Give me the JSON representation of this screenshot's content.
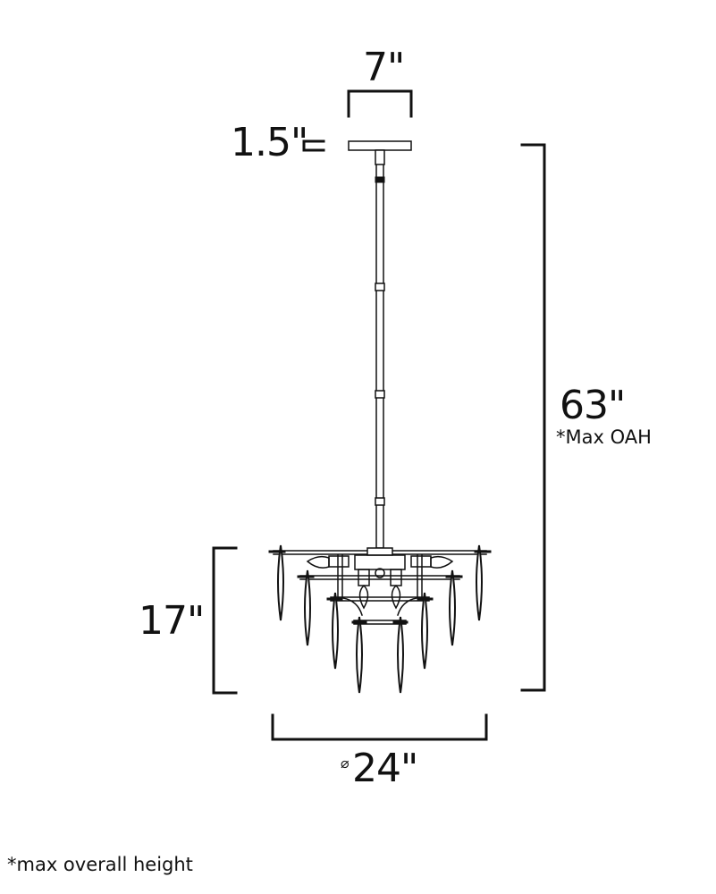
{
  "dimensions": {
    "canopy_width": "7\"",
    "canopy_height": "1.5\"",
    "max_overall_height": "63\"",
    "max_overall_height_note": "*Max OAH",
    "fixture_height": "17\"",
    "diameter_symbol": "⌀",
    "diameter": "24\""
  },
  "footnote": "*max overall height",
  "colors": {
    "line": "#111111",
    "background": "#ffffff"
  }
}
